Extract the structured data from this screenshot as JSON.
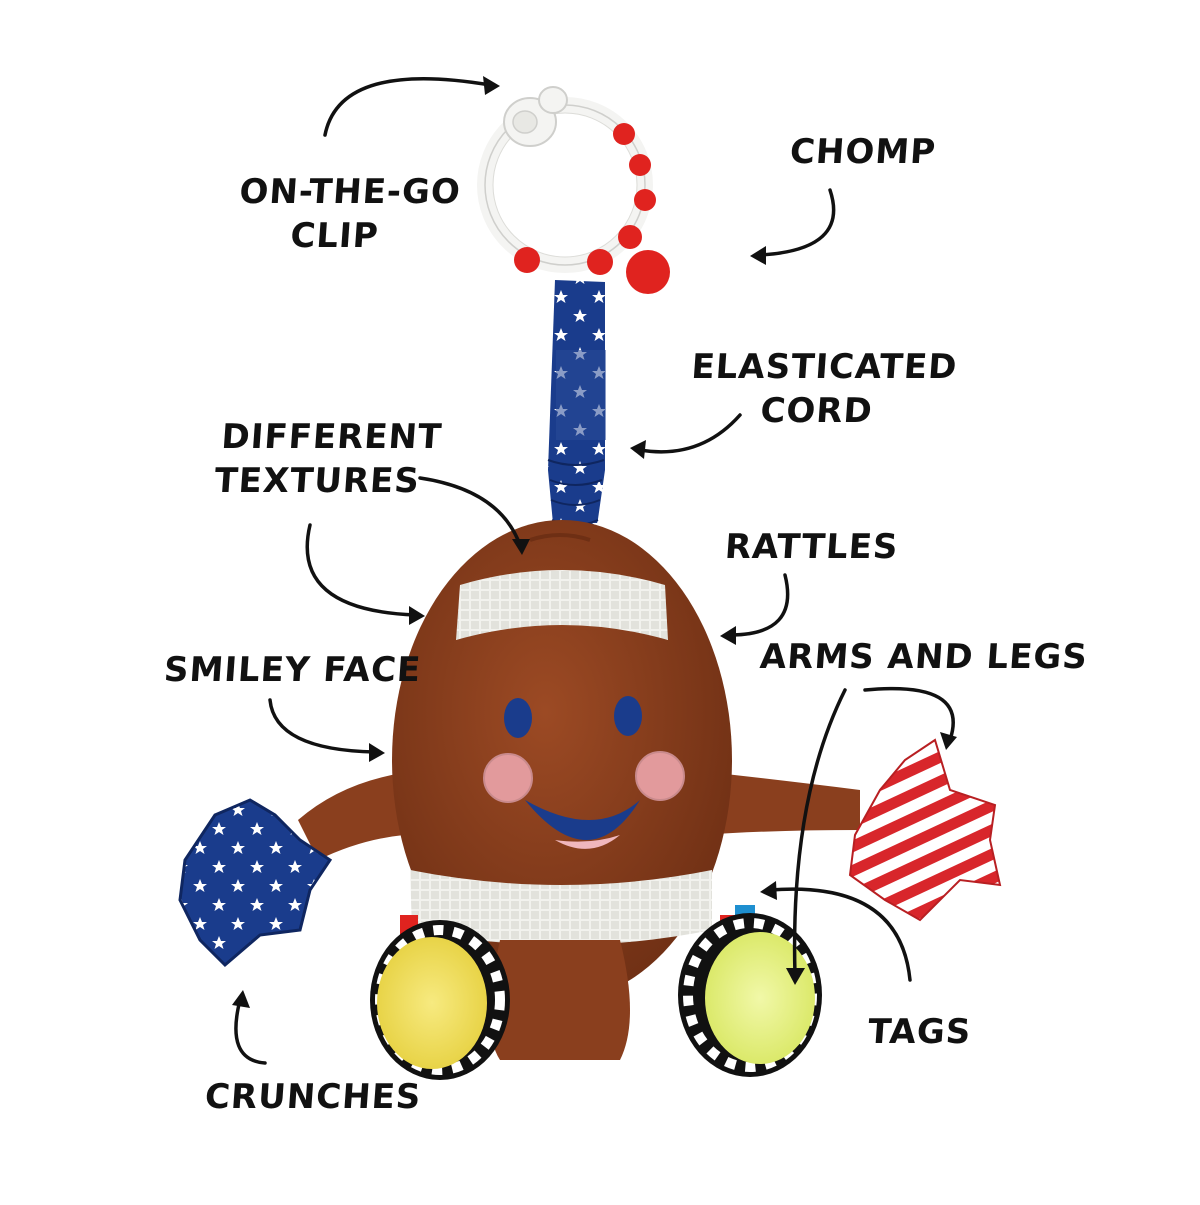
{
  "labels": {
    "on_the_go_clip": [
      "ON-THE-GO",
      "CLIP"
    ],
    "chomp": "CHOMP",
    "elasticated_cord": [
      "ELASTICATED",
      "CORD"
    ],
    "different_textures": [
      "DIFFERENT",
      "TEXTURES"
    ],
    "rattles": "RATTLES",
    "smiley_face": "SMILEY FACE",
    "arms_and_legs": "ARMS AND LEGS",
    "tags": "TAGS",
    "crunches": "CRUNCHES"
  },
  "colors": {
    "ball_brown": "#8a3f1e",
    "ball_brown_dark": "#6e2f14",
    "band_white": "#f2f2ee",
    "navy": "#1a3c8c",
    "ring_red": "#e0231f",
    "ring_white": "#f4f4f2",
    "cheek_pink": "#e29a9c",
    "sole_yellow": "#f2de58",
    "sole_green": "#e4f080",
    "stripe_red": "#d8262b",
    "text": "#111111"
  }
}
